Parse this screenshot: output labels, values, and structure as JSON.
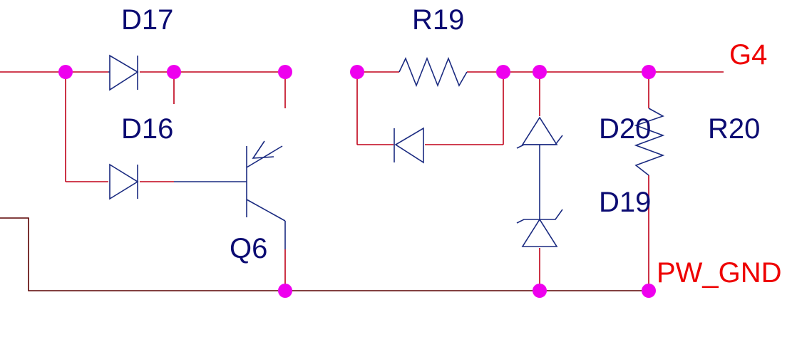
{
  "labels": {
    "d17": "D17",
    "d16": "D16",
    "r19": "R19",
    "d20": "D20",
    "r20": "R20",
    "d19": "D19",
    "q6": "Q6",
    "g4": "G4",
    "pw_gnd": "PW_GND"
  },
  "colors": {
    "component_label": "#0b0b72",
    "net_label": "#ee0000",
    "wire": "#c00018",
    "component": "#1a2a80",
    "junction": "#ee00ee"
  }
}
